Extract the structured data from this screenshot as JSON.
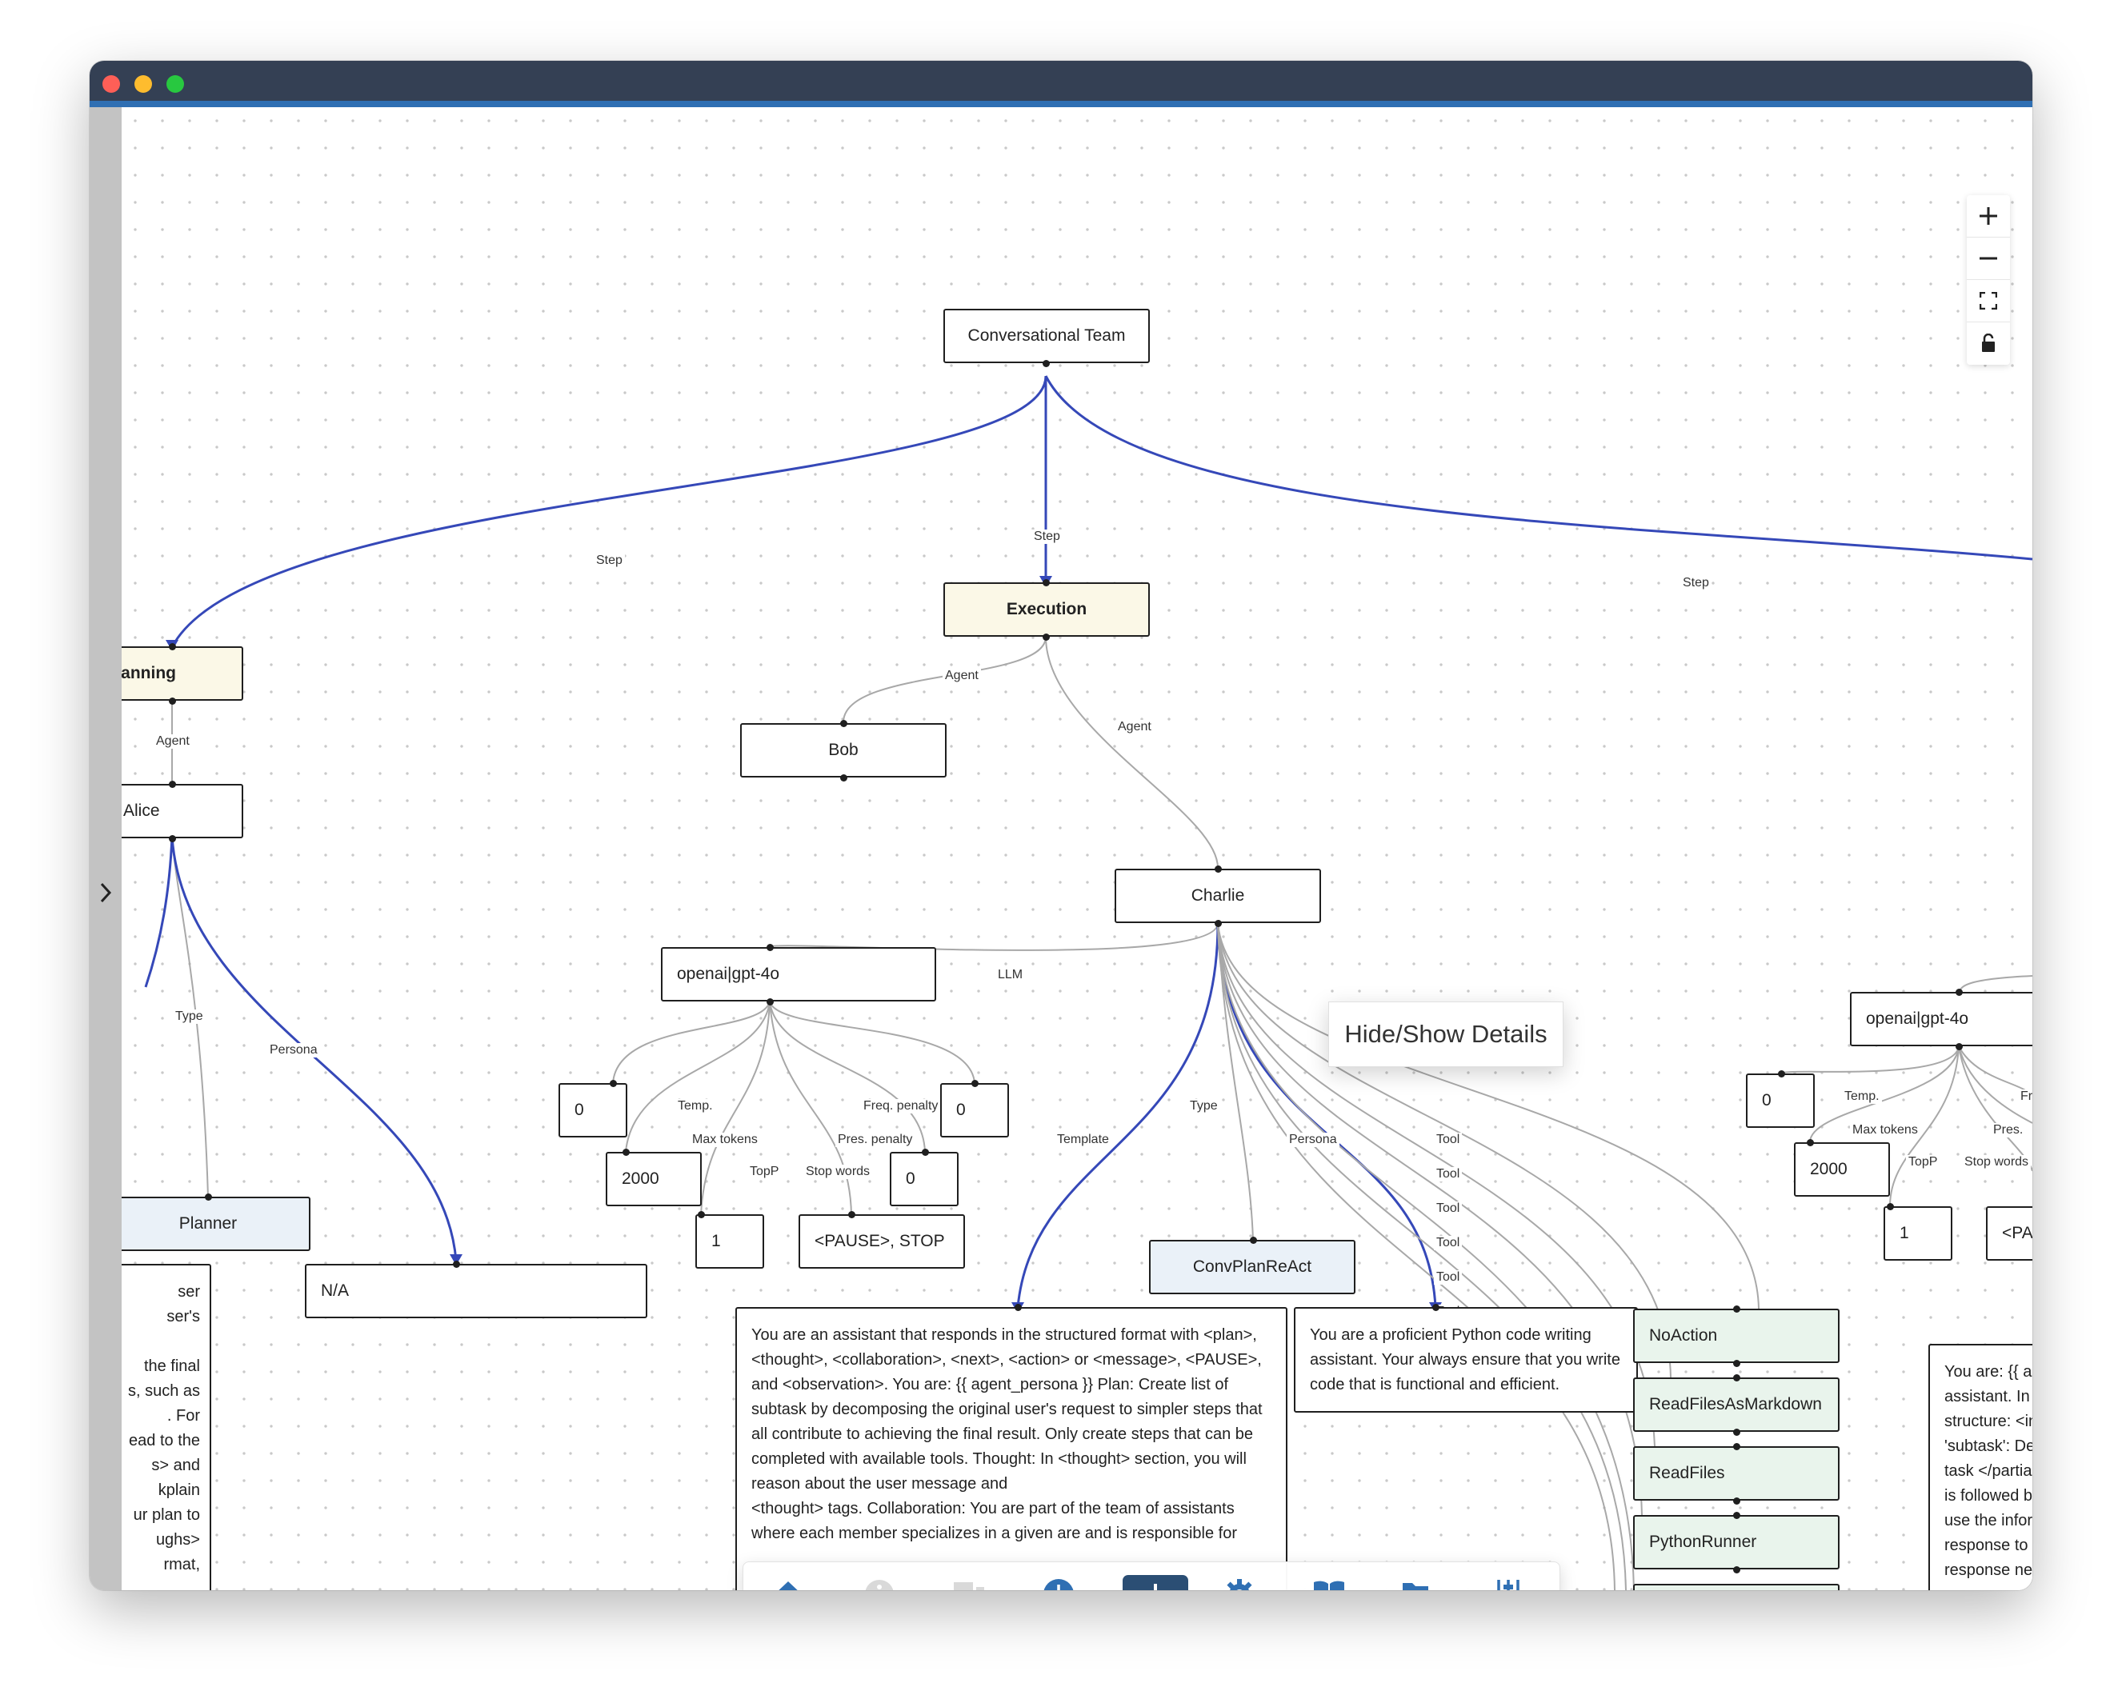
{
  "canvas": {
    "root": "Conversational Team",
    "step_label": "Step",
    "agent_label": "Agent",
    "llm_label": "LLM",
    "type_label": "Type",
    "persona_label": "Persona",
    "template_label": "Template",
    "tool_label": "Tool",
    "param_labels": {
      "temp": "Temp.",
      "max_tokens": "Max tokens",
      "topp": "TopP",
      "stop_words": "Stop words",
      "pres_penalty": "Pres. penalty",
      "freq_penalty": "Freq. penalty",
      "freq_penalty_clipped": "Fr",
      "pres_penalty_clipped": "Pres."
    },
    "planning_step": "anning",
    "execution_step": "Execution",
    "agents": {
      "alice": "Alice",
      "bob": "Bob",
      "charlie": "Charlie"
    },
    "alice_type": "Planner",
    "alice_persona": "N/A",
    "alice_template_lines": [
      "ser",
      "ser's",
      "",
      "the final",
      "s, such as",
      ". For",
      "ead to the",
      "s> and",
      "kplain",
      "ur plan to",
      "ughs>",
      "rmat,"
    ],
    "charlie_llm": {
      "model": "openai|gpt-4o",
      "temp": "0",
      "max_tokens": "2000",
      "topp": "1",
      "stop_words": "<PAUSE>, STOP",
      "pres_penalty": "0",
      "freq_penalty": "0"
    },
    "right_llm": {
      "model": "openai|gpt-4o",
      "temp": "0",
      "max_tokens": "2000",
      "topp": "1",
      "stop_words": "<PAUSE"
    },
    "charlie_type": "ConvPlanReAct",
    "charlie_template": "You are an assistant that responds in the structured format with <plan>, <thought>, <collaboration>, <next>, <action> or <message>, <PAUSE>, and <observation>. You are: {{ agent_persona }} Plan: Create list of subtask by decomposing the original user's request to simpler steps that all contribute to achieving the final result. Only create steps that can be completed with available tools. Thought: In <thought> section, you will reason about the user message and",
    "charlie_template_tail": "<thought> tags. Collaboration: You are part of the team of assistants where each member specializes in a given are and is responsible for",
    "charlie_persona": "You are a proficient Python code writing assistant. Your always ensure that you write code that is functional and efficient.",
    "tools": [
      "NoAction",
      "ReadFilesAsMarkdown",
      "ReadFiles",
      "PythonRunner"
    ],
    "right_template_lines": [
      "You are: {{ agent",
      "assistant. In the t",
      "structure: <instru",
      "'subtask': Descrip",
      "task </partial_res",
      "is followed by ma",
      "use the informati",
      "response to the t",
      "response needs"
    ]
  },
  "tooltip": "Hide/Show Details",
  "controls": [
    "zoom-in",
    "zoom-out",
    "fit-view",
    "lock"
  ],
  "toolbar": [
    "home",
    "info",
    "chat",
    "history",
    "add",
    "settings",
    "book",
    "folder",
    "sliders"
  ],
  "colors": {
    "titlebar": "#344054",
    "accent_edge": "#3548b8",
    "plain_edge": "#a8a8a8",
    "yellow_node": "#fbf8e7",
    "blue_node": "#eaf1f8",
    "green_node": "#e9f4ec",
    "toolbar_icon": "#2f6fb3",
    "toolbar_plus_bg": "#2b4e74"
  }
}
